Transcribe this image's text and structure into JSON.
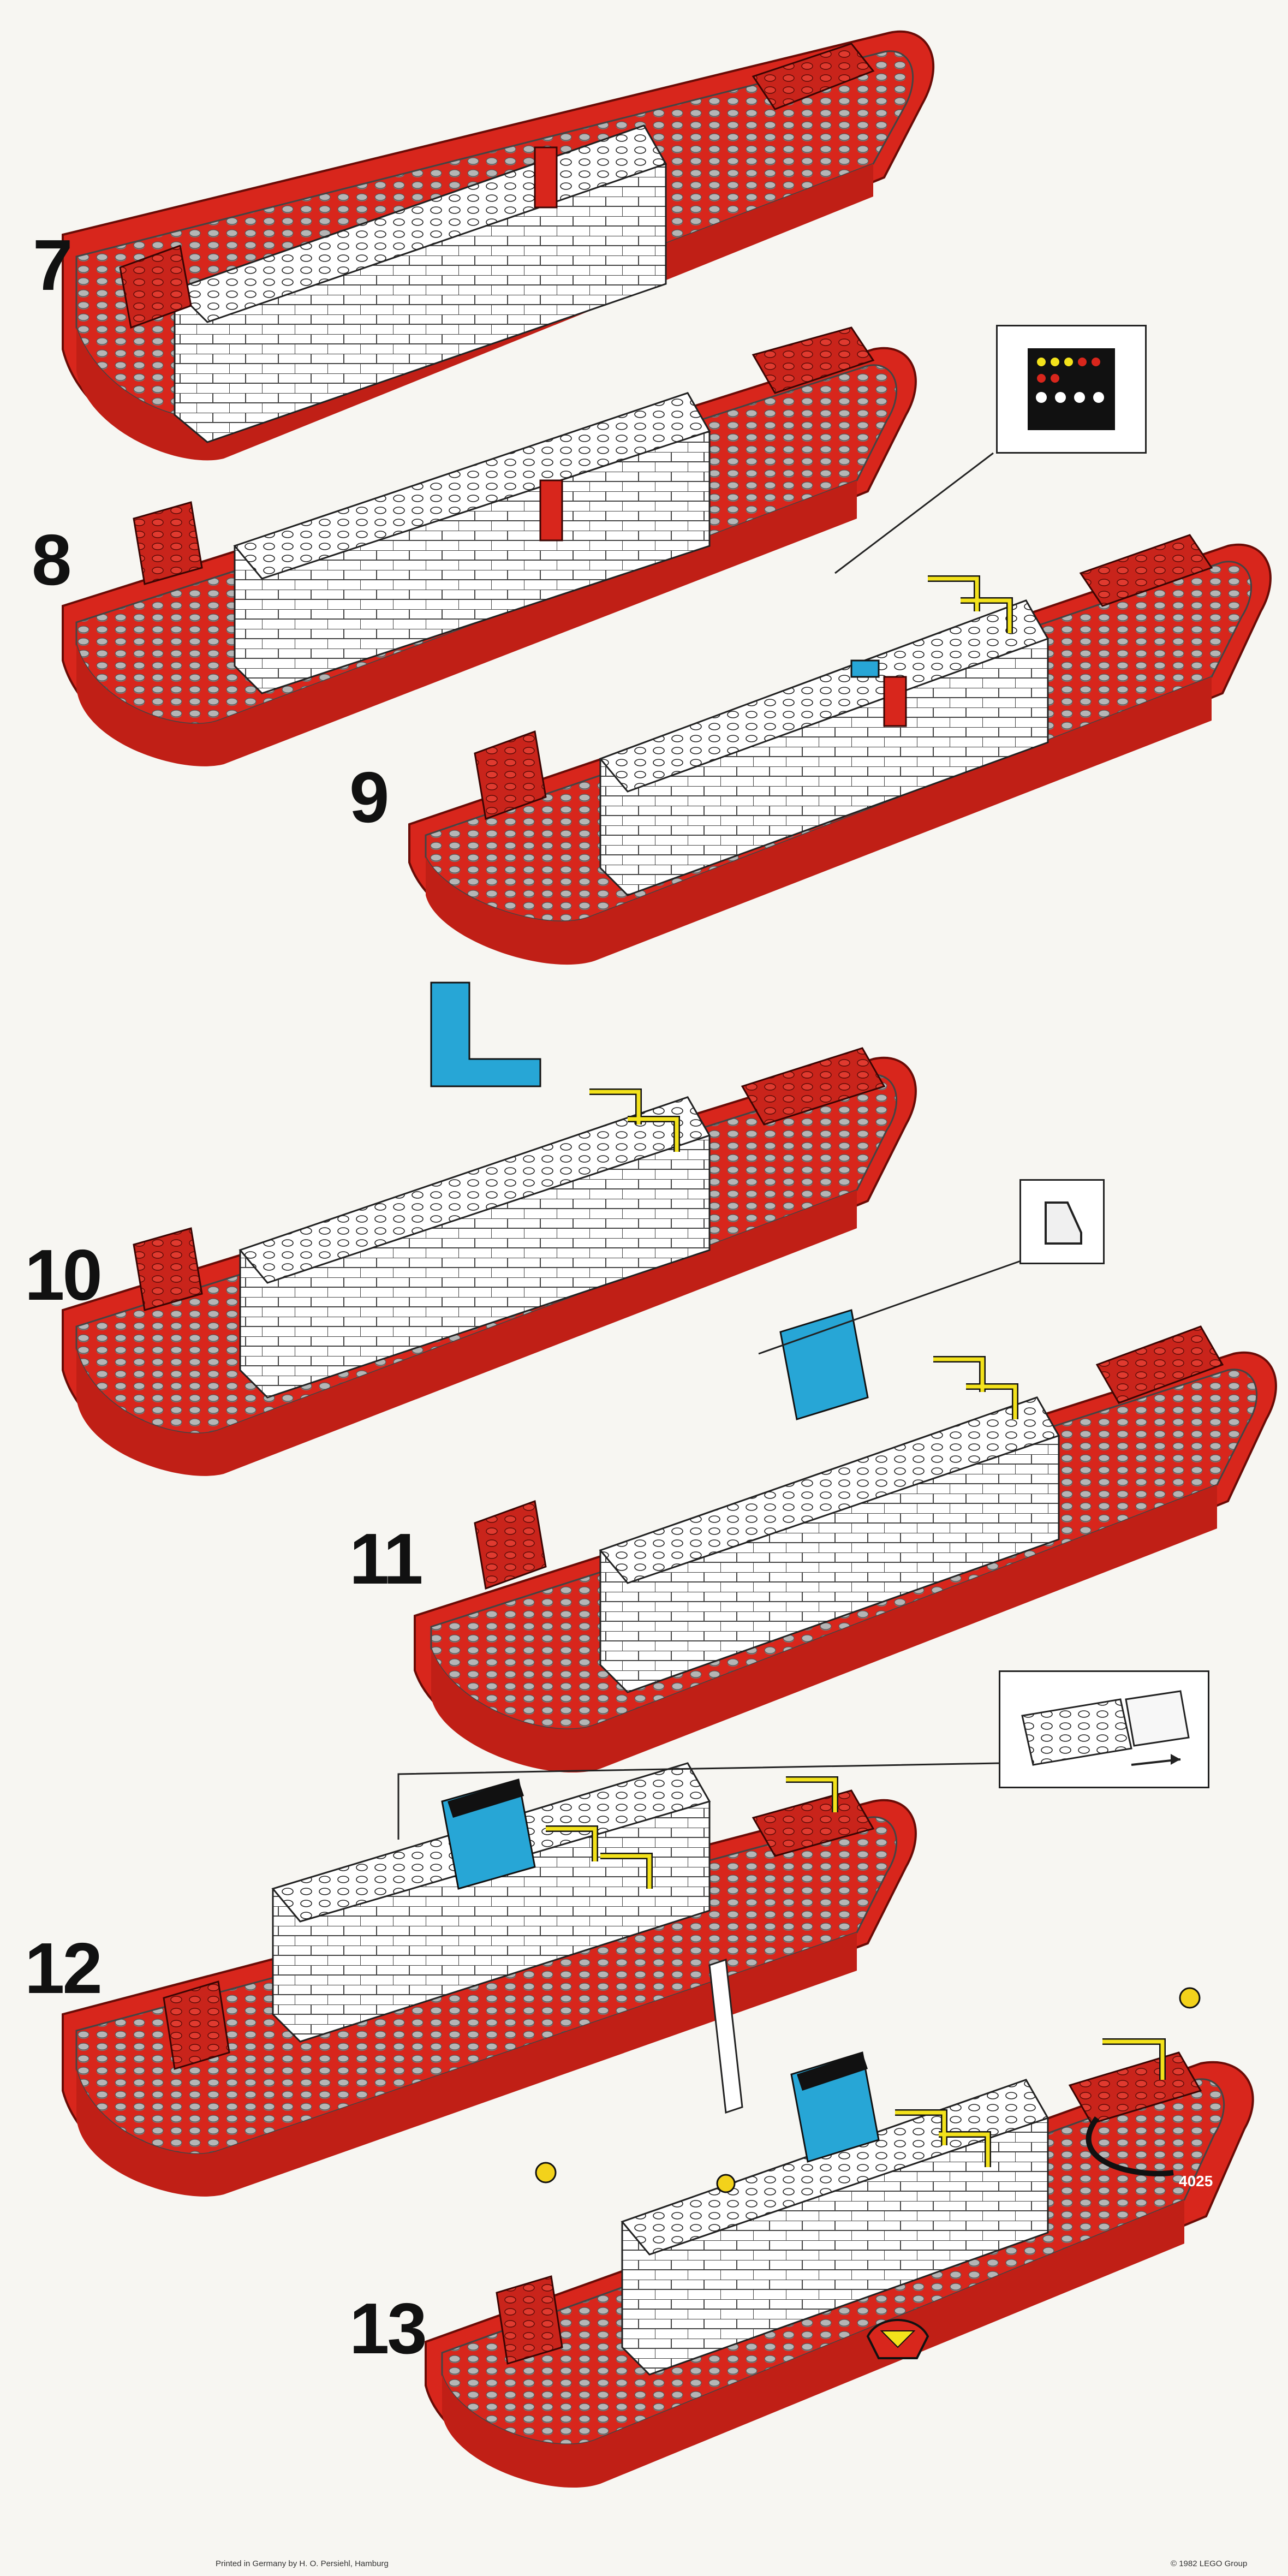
{
  "document": {
    "steps": [
      {
        "number": "7"
      },
      {
        "number": "8"
      },
      {
        "number": "9"
      },
      {
        "number": "10"
      },
      {
        "number": "11"
      },
      {
        "number": "12"
      },
      {
        "number": "13"
      }
    ],
    "hull_marking": "4025",
    "footer": {
      "printer": "Printed in Germany by H. O. Persiehl, Hamburg",
      "copyright": "© 1982 LEGO Group"
    },
    "colors": {
      "hull_red": "#d8261c",
      "hull_dark_red": "#a9170f",
      "deck_gray": "#9a9a9a",
      "brick_white": "#ffffff",
      "brick_blue": "#27a6d6",
      "rail_yellow": "#f3e21b",
      "brick_black": "#111111"
    }
  }
}
